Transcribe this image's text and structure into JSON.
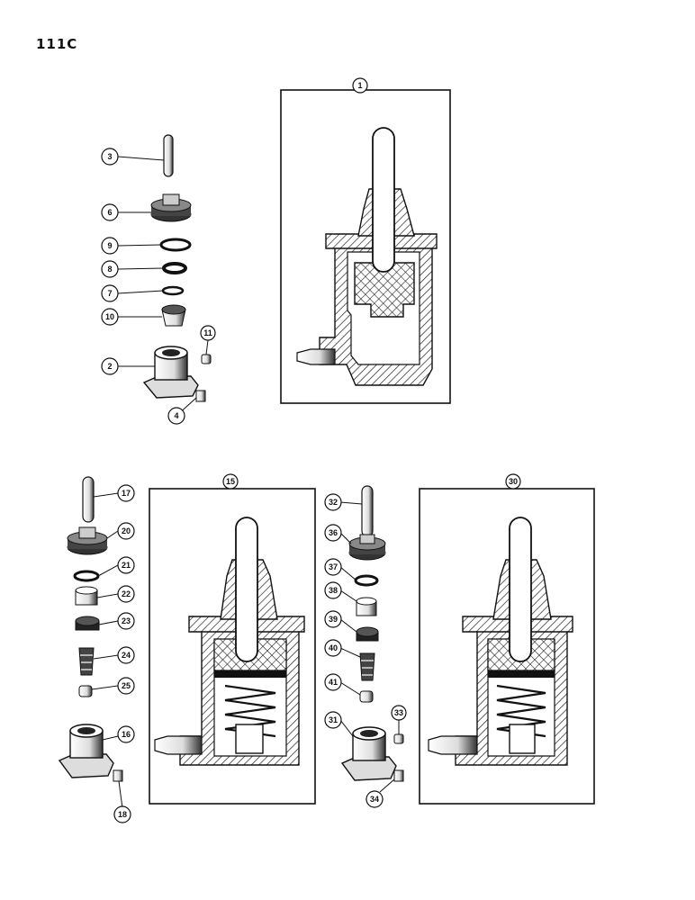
{
  "page": {
    "label": "111C"
  },
  "callouts": {
    "c1": "1",
    "c2": "2",
    "c3": "3",
    "c4": "4",
    "c6": "6",
    "c7": "7",
    "c8": "8",
    "c9": "9",
    "c10": "10",
    "c11": "11",
    "c15": "15",
    "c16": "16",
    "c17": "17",
    "c18": "18",
    "c20": "20",
    "c21": "21",
    "c22": "22",
    "c23": "23",
    "c24": "24",
    "c25": "25",
    "c30": "30",
    "c31": "31",
    "c32": "32",
    "c33": "33",
    "c34": "34",
    "c36": "36",
    "c37": "37",
    "c38": "38",
    "c39": "39",
    "c40": "40",
    "c41": "41"
  }
}
